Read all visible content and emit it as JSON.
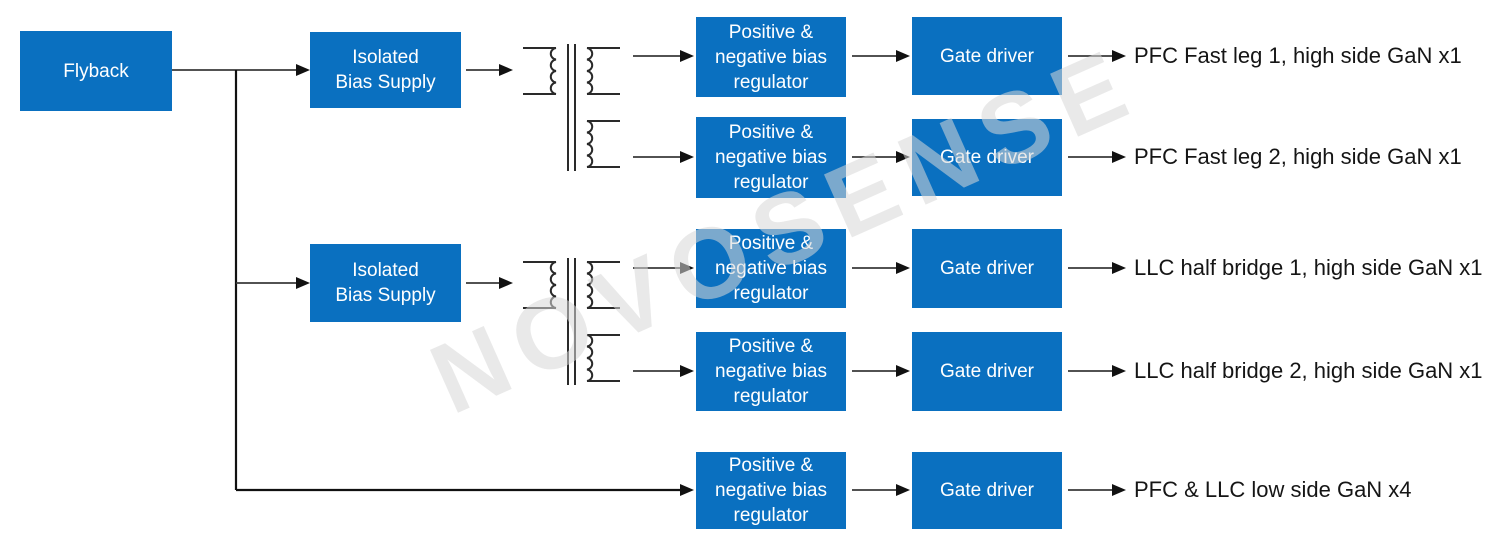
{
  "diagram": {
    "watermark": "NOVOSENSE",
    "nodes": {
      "flyback": "Flyback",
      "isolated_bias_supply": "Isolated\nBias Supply",
      "bias_regulator": "Positive &\nnegative bias\nregulator",
      "gate_driver": "Gate driver"
    },
    "icons": [
      "transformer-icon",
      "arrow-icon"
    ],
    "outputs": [
      "PFC Fast leg 1, high side GaN x1",
      "PFC Fast leg 2, high side GaN x1",
      "LLC half bridge 1, high side GaN x1",
      "LLC half bridge 2, high side GaN x1",
      "PFC & LLC low side GaN x4"
    ],
    "colors": {
      "block_fill": "#0a70c0",
      "block_text": "#ffffff",
      "wire": "#3a3a3a",
      "arrowhead": "#111111",
      "label_text": "#151515",
      "watermark": "#d8d8d8",
      "background": "#ffffff"
    }
  }
}
